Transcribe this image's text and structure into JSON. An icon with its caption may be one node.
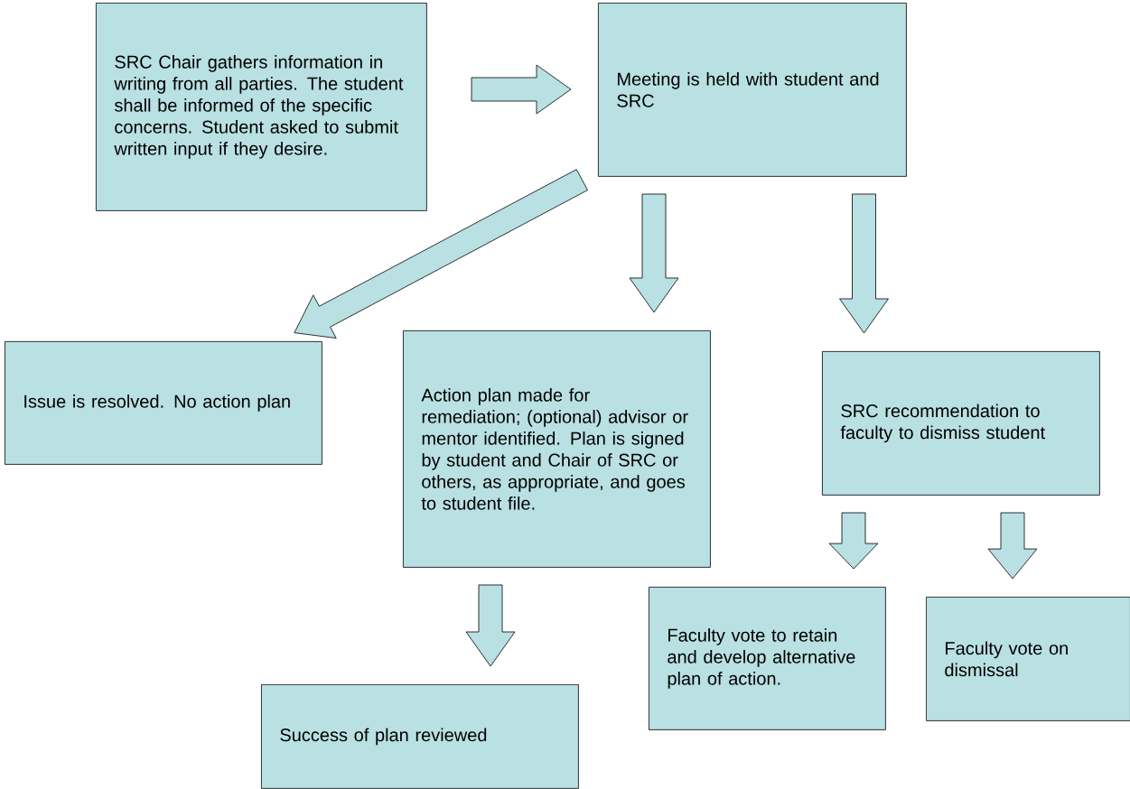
{
  "diagram": {
    "nodes": [
      {
        "text": [
          "SRC Chair gathers information in writing from all parties. The student shall be informed of the specific concerns. Student asked to submit written input if they desire."
        ]
      },
      {
        "text": [
          "Meeting is held with student and SRC"
        ]
      },
      {
        "text": [
          "Issue is resolved. No action plan"
        ]
      },
      {
        "text": [
          "Action plan made for remediation; (optional) advisor or mentor identified. Plan is signed by student and Chair of SRC or others, as appropriate, and goes to student file."
        ]
      },
      {
        "text": [
          "SRC recommendation to faculty to dismiss student"
        ]
      },
      {
        "text": [
          "Faculty vote to retain and develop alternative plan of action."
        ]
      },
      {
        "text": [
          "Faculty vote on dismissal"
        ]
      },
      {
        "text": [
          "Success of plan reviewed"
        ]
      }
    ],
    "edges": [
      {
        "from": 0,
        "to": 1,
        "arrow": "to"
      },
      {
        "from": 1,
        "to": 2,
        "arrow": "to"
      },
      {
        "from": 1,
        "to": 3,
        "arrow": "to"
      },
      {
        "from": 1,
        "to": 4,
        "arrow": "to"
      },
      {
        "from": 4,
        "to": 5,
        "arrow": "to"
      },
      {
        "from": 4,
        "to": 6,
        "arrow": "to"
      },
      {
        "from": 3,
        "to": 7,
        "arrow": "to"
      }
    ]
  }
}
